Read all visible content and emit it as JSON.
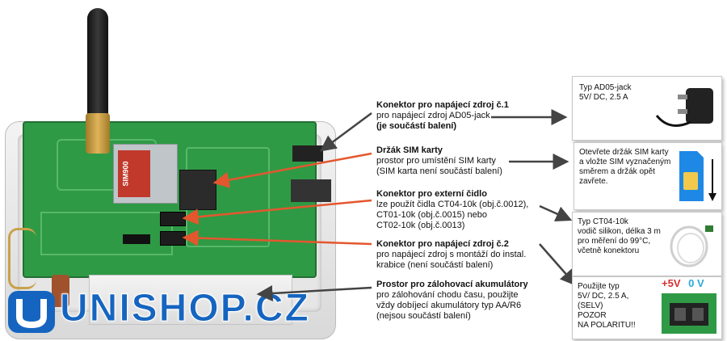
{
  "callouts": {
    "power1": {
      "title": "Konektor pro napájecí zdroj č.1",
      "line1": "pro napájecí zdroj AD05-jack",
      "line2": "(je součástí balení)"
    },
    "sim": {
      "title": "Držák SIM karty",
      "line1": "prostor pro umístění SIM karty",
      "line2": "(SIM karta není součástí balení)"
    },
    "sensor": {
      "title": "Konektor pro externí čidlo",
      "line1": "lze použít čidla CT04-10k (obj.č.0012),",
      "line2": "CT01-10k (obj.č.0015) nebo",
      "line3": "CT02-10k (obj.č.0013)"
    },
    "power2": {
      "title": "Konektor pro napájecí zdroj č.2",
      "line1": "pro napájecí zdroj s montáží do instal.",
      "line2": "krabice (není součástí balení)"
    },
    "battery": {
      "title": "Prostor pro zálohovací akumulátory",
      "line1": "pro zálohování chodu času, použijte",
      "line2": "vždy dobíjecí akumulátory typ AA/R6",
      "line3": "(nejsou součástí balení)"
    }
  },
  "boxes": {
    "adapter": {
      "line1": "Typ AD05-jack",
      "line2": "5V/ DC, 2.5 A"
    },
    "simcard": {
      "line1": "Otevřete držák SIM karty",
      "line2": "a vložte SIM vyznačeným",
      "line3": "směrem a držák opět",
      "line4": "zavřete."
    },
    "sensor": {
      "line1": "Typ CT04-10k",
      "line2": "vodič silikon, délka 3 m",
      "line3": "pro měření do 99°C,",
      "line4": "včetně konektoru"
    },
    "psu": {
      "line1": "Použijte typ",
      "line2": "5V/ DC, 2.5 A,",
      "line3": "(SELV)",
      "line4": "POZOR",
      "line5": "NA POLARITU!!",
      "plus": "+5V",
      "zero": "0 V"
    }
  },
  "module_label": "SIM900",
  "brand": "UNISHOP.CZ",
  "colors": {
    "arrow_dark": "#444444",
    "arrow_orange": "#e4572e",
    "pcb": "#2f9a45",
    "brand": "#1565c0",
    "plus": "#d32f2f",
    "zero": "#29a8d8"
  },
  "icons": [
    "antenna",
    "power-adapter-icon",
    "sim-card-icon",
    "temperature-sensor-cable-icon",
    "terminal-block-icon",
    "down-arrow-icon"
  ]
}
